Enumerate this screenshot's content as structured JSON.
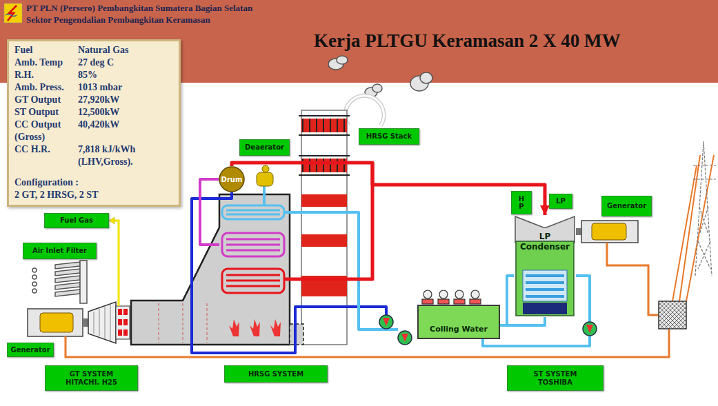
{
  "diagram": {
    "title": "Kerja PLTGU Keramasan 2 X 40 MW",
    "nodes": [
      {
        "text": [
          "Fuel",
          "Natural Gas",
          "Amb. Temp",
          "27 deg C",
          "R.H.",
          "85%",
          "Amb. Press.",
          "1013 mbar",
          "GT Output",
          "27,920kW",
          "ST Output",
          "12,500kW",
          "CC Output (Gross)",
          "40,420kW",
          "CC H.R.",
          "7,818 kJ/kWh (LHV,Gross).",
          "Configuration :",
          "2 GT, 2 HRSG, 2 ST"
        ]
      },
      {
        "text": [
          "HRSG Stack"
        ]
      },
      {
        "text": [
          "Deaerator"
        ]
      },
      {
        "text": [
          "Drum"
        ]
      },
      {
        "text": [
          "Fuel Gas"
        ]
      },
      {
        "text": [
          "H P"
        ]
      },
      {
        "text": [
          "LP"
        ]
      },
      {
        "text": [
          "Generator"
        ]
      },
      {
        "text": [
          "Air Inlet Filter"
        ]
      },
      {
        "text": [
          "LP Condenser"
        ]
      },
      {
        "text": [
          "Colling Water"
        ]
      },
      {
        "text": [
          "Generator"
        ]
      },
      {
        "text": [
          "GT SYSTEM HITACHI. H25"
        ]
      },
      {
        "text": [
          "HRSG SYSTEM"
        ]
      },
      {
        "text": [
          "ST SYSTEM TOSHIBA"
        ]
      }
    ],
    "edges": [
      {
        "from": 3,
        "to": 9,
        "arrow": "to"
      },
      {
        "from": 10,
        "to": 9,
        "arrow": "none"
      }
    ],
    "labels": [
      "PT PLN (Persero) Pembangkitan Sumatera Bagian Selatan",
      "Sektor Pengendalian Pembangkitan Keramasan"
    ]
  }
}
